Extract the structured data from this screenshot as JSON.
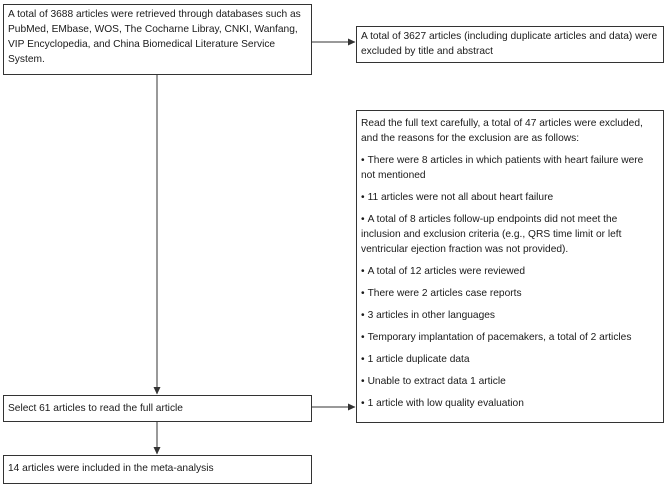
{
  "boxes": {
    "search": "A total of 3688 articles were retrieved through databases such as PubMed, EMbase, WOS, The Cocharne Libray, CNKI, Wanfang, VIP Encyclopedia, and China Biomedical Literature Service System.",
    "excluded_title_abstract": "A total of 3627 articles (including duplicate articles and data) were excluded by title and abstract",
    "fulltext_exclusion": {
      "intro": "Read the full text carefully, a total of 47 articles were excluded, and the reasons for the exclusion are as follows:",
      "bullet_symbol": "•",
      "reasons": [
        "There were 8 articles in which patients with heart failure were not mentioned",
        "11 articles were not all about heart failure",
        "A total of 8 articles follow-up endpoints did not meet the inclusion and exclusion criteria (e.g., QRS time limit or left ventricular ejection fraction was not provided).",
        "A total of 12 articles were reviewed",
        "There were 2 articles case reports",
        "3 articles in other languages",
        "Temporary implantation of pacemakers, a total of 2 articles",
        "1 article duplicate data",
        "Unable to extract data 1 article",
        "1 article with low quality evaluation"
      ]
    },
    "select_fulltext": "Select 61 articles to read the full article",
    "included": "14 articles were included in the meta-analysis"
  }
}
